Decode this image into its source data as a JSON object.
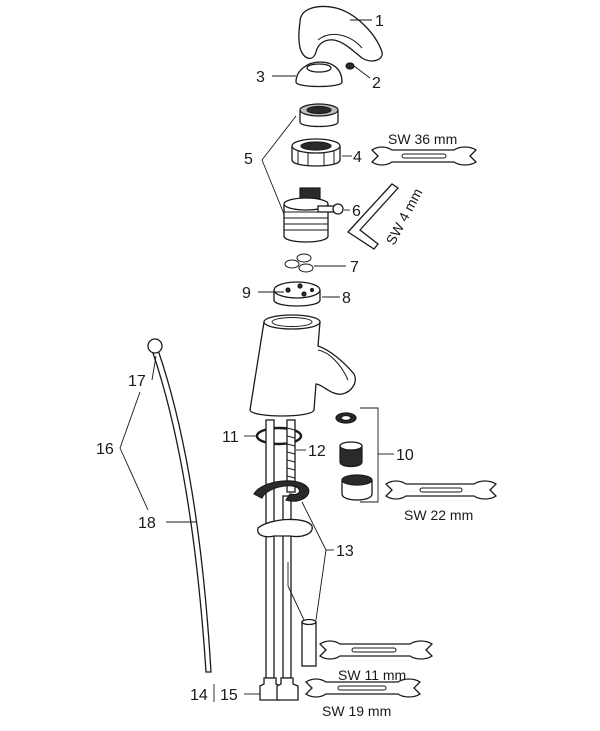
{
  "callouts": {
    "n1": "1",
    "n2": "2",
    "n3": "3",
    "n4": "4",
    "n5": "5",
    "n6": "6",
    "n7": "7",
    "n8": "8",
    "n9": "9",
    "n10": "10",
    "n11": "11",
    "n12": "12",
    "n13": "13",
    "n14": "14",
    "n15": "15",
    "n16": "16",
    "n17": "17",
    "n18": "18"
  },
  "tool_labels": {
    "sw36": "SW 36 mm",
    "sw4": "SW 4 mm",
    "sw22": "SW 22 mm",
    "sw11": "SW 11 mm",
    "sw19": "SW 19 mm"
  }
}
